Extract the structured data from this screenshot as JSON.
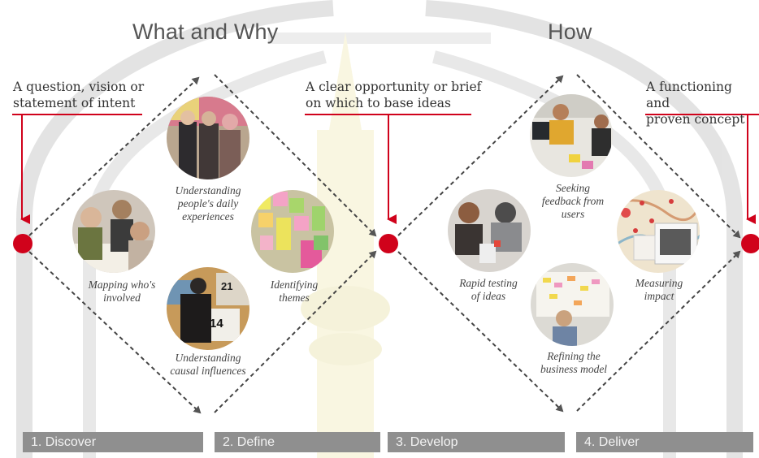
{
  "headings": {
    "left": "What and Why",
    "right": "How"
  },
  "notes": {
    "start_line1": "A question, vision or",
    "start_line2": "statement of intent",
    "middle_line1": "A clear opportunity or brief",
    "middle_line2": "on which to base ideas",
    "end_line1": "A functioning and",
    "end_line2": "proven concept"
  },
  "activities": {
    "daily_line1": "Understanding",
    "daily_line2": "people's daily",
    "daily_line3": "experiences",
    "mapping_line1": "Mapping who's",
    "mapping_line2": "involved",
    "themes_line1": "Identifying",
    "themes_line2": "themes",
    "causal_line1": "Understanding",
    "causal_line2": "causal influences",
    "feedback_line1": "Seeking",
    "feedback_line2": "feedback from",
    "feedback_line3": "users",
    "rapid_line1": "Rapid testing",
    "rapid_line2": "of ideas",
    "measuring_line1": "Measuring",
    "measuring_line2": "impact",
    "refining_line1": "Refining the",
    "refining_line2": "business model"
  },
  "stages": {
    "discover": "1. Discover",
    "define": "2. Define",
    "develop": "3. Develop",
    "deliver": "4. Deliver"
  },
  "photo_numbers": {
    "top": "21",
    "bottom": "14"
  },
  "colors": {
    "accent_red": "#d0021b",
    "stage_bar": "#8f8f8f",
    "dashed_line": "#444444"
  }
}
